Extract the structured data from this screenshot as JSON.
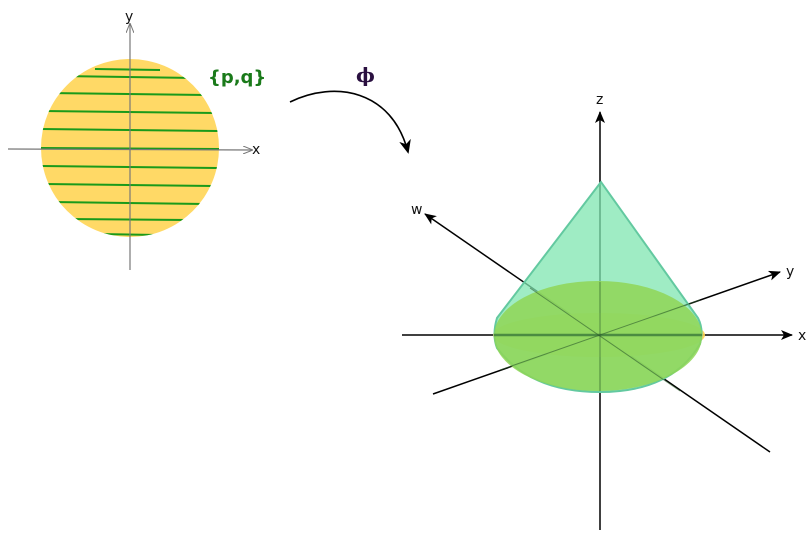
{
  "left_figure": {
    "x_axis_label": "x",
    "y_axis_label": "y",
    "set_label": "{p,q}",
    "disk_color": "#ffd966",
    "stripe_color": "#1a9a1a",
    "set_label_color": "#1a7a1a"
  },
  "map": {
    "label": "ϕ",
    "label_color": "#2a1040",
    "arrow_color": "#000000"
  },
  "right_figure": {
    "x_axis_label": "x",
    "y_axis_label": "y",
    "z_axis_label": "z",
    "w_axis_label": "w",
    "cone_color": "#7fe6b0",
    "base_color": "#8fd656",
    "rim_color": "#ffd24d"
  }
}
